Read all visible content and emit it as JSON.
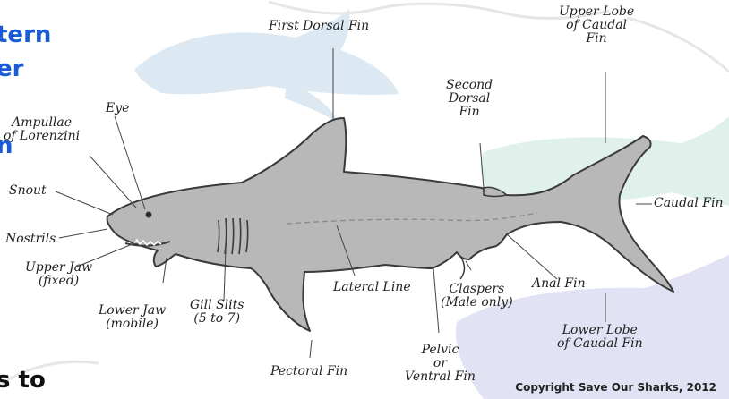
{
  "background_text": {
    "blue_fragments": [
      "tern",
      "er",
      "n"
    ],
    "black_fragment": "s to"
  },
  "labels": {
    "first_dorsal_fin": "First Dorsal Fin",
    "upper_lobe": "Upper Lobe\nof Caudal\nFin",
    "second_dorsal_fin": "Second\nDorsal\nFin",
    "eye": "Eye",
    "ampullae": "Ampullae\nof Lorenzini",
    "snout": "Snout",
    "nostrils": "Nostrils",
    "upper_jaw": "Upper Jaw\n(fixed)",
    "lower_jaw": "Lower Jaw\n(mobile)",
    "gill_slits": "Gill Slits\n(5 to 7)",
    "lateral_line": "Lateral Line",
    "claspers": "Claspers\n(Male only)",
    "anal_fin": "Anal Fin",
    "caudal_fin": "Caudal Fin",
    "lower_lobe": "Lower Lobe\nof Caudal Fin",
    "pelvic_fin": "Pelvic\nor\nVentral Fin",
    "pectoral_fin": "Pectoral Fin"
  },
  "copyright": "Copyright Save Our Sharks, 2012",
  "colors": {
    "shark_body": "#b8b8b8",
    "shark_outline": "#3a3a3a",
    "bg_shark_blue": "#dce9f2",
    "bg_shark_green": "#dff1ea",
    "bg_shark_lavender": "#e2e2f5",
    "heading_blue": "#1a5bd6"
  }
}
